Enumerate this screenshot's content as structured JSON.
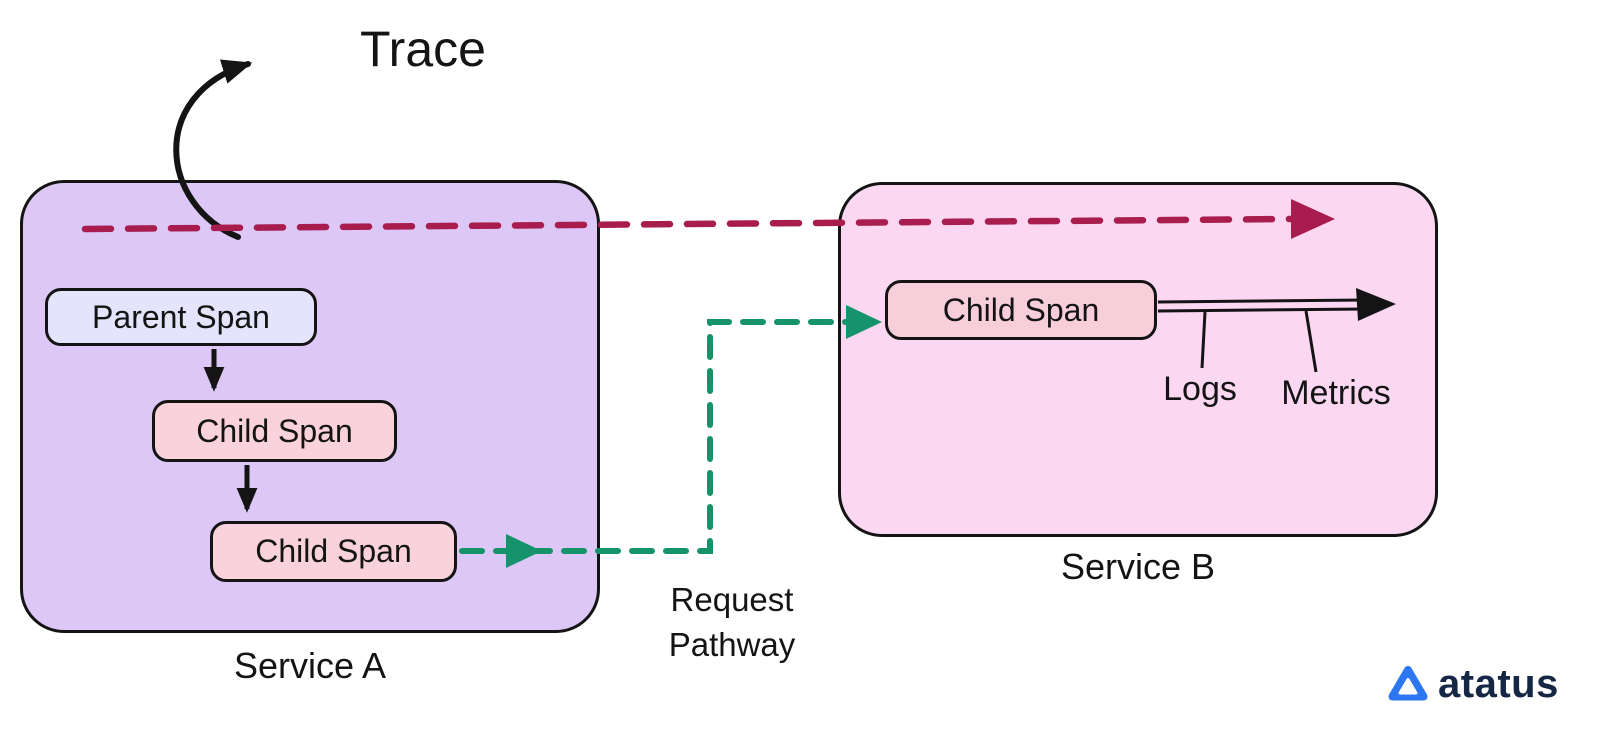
{
  "trace": {
    "label": "Trace"
  },
  "service_a": {
    "label": "Service A",
    "parent_span": "Parent Span",
    "child_span_1": "Child Span",
    "child_span_2": "Child Span"
  },
  "service_b": {
    "label": "Service B",
    "child_span": "Child Span",
    "logs": "Logs",
    "metrics": "Metrics"
  },
  "pathway": {
    "label": "Request Pathway"
  },
  "brand": {
    "name": "atatus"
  },
  "colors": {
    "service_a_fill": "#dcc7f7",
    "service_b_fill": "#fbd7f2",
    "parent_span_fill": "#e4e4fc",
    "child_span_fill": "#f9d2dc",
    "trace_arrow": "#a81d4d",
    "request_pathway_arrow": "#15936a",
    "plain_arrow": "#141414",
    "brand_blue": "#2e77f2",
    "brand_text": "#152744"
  }
}
